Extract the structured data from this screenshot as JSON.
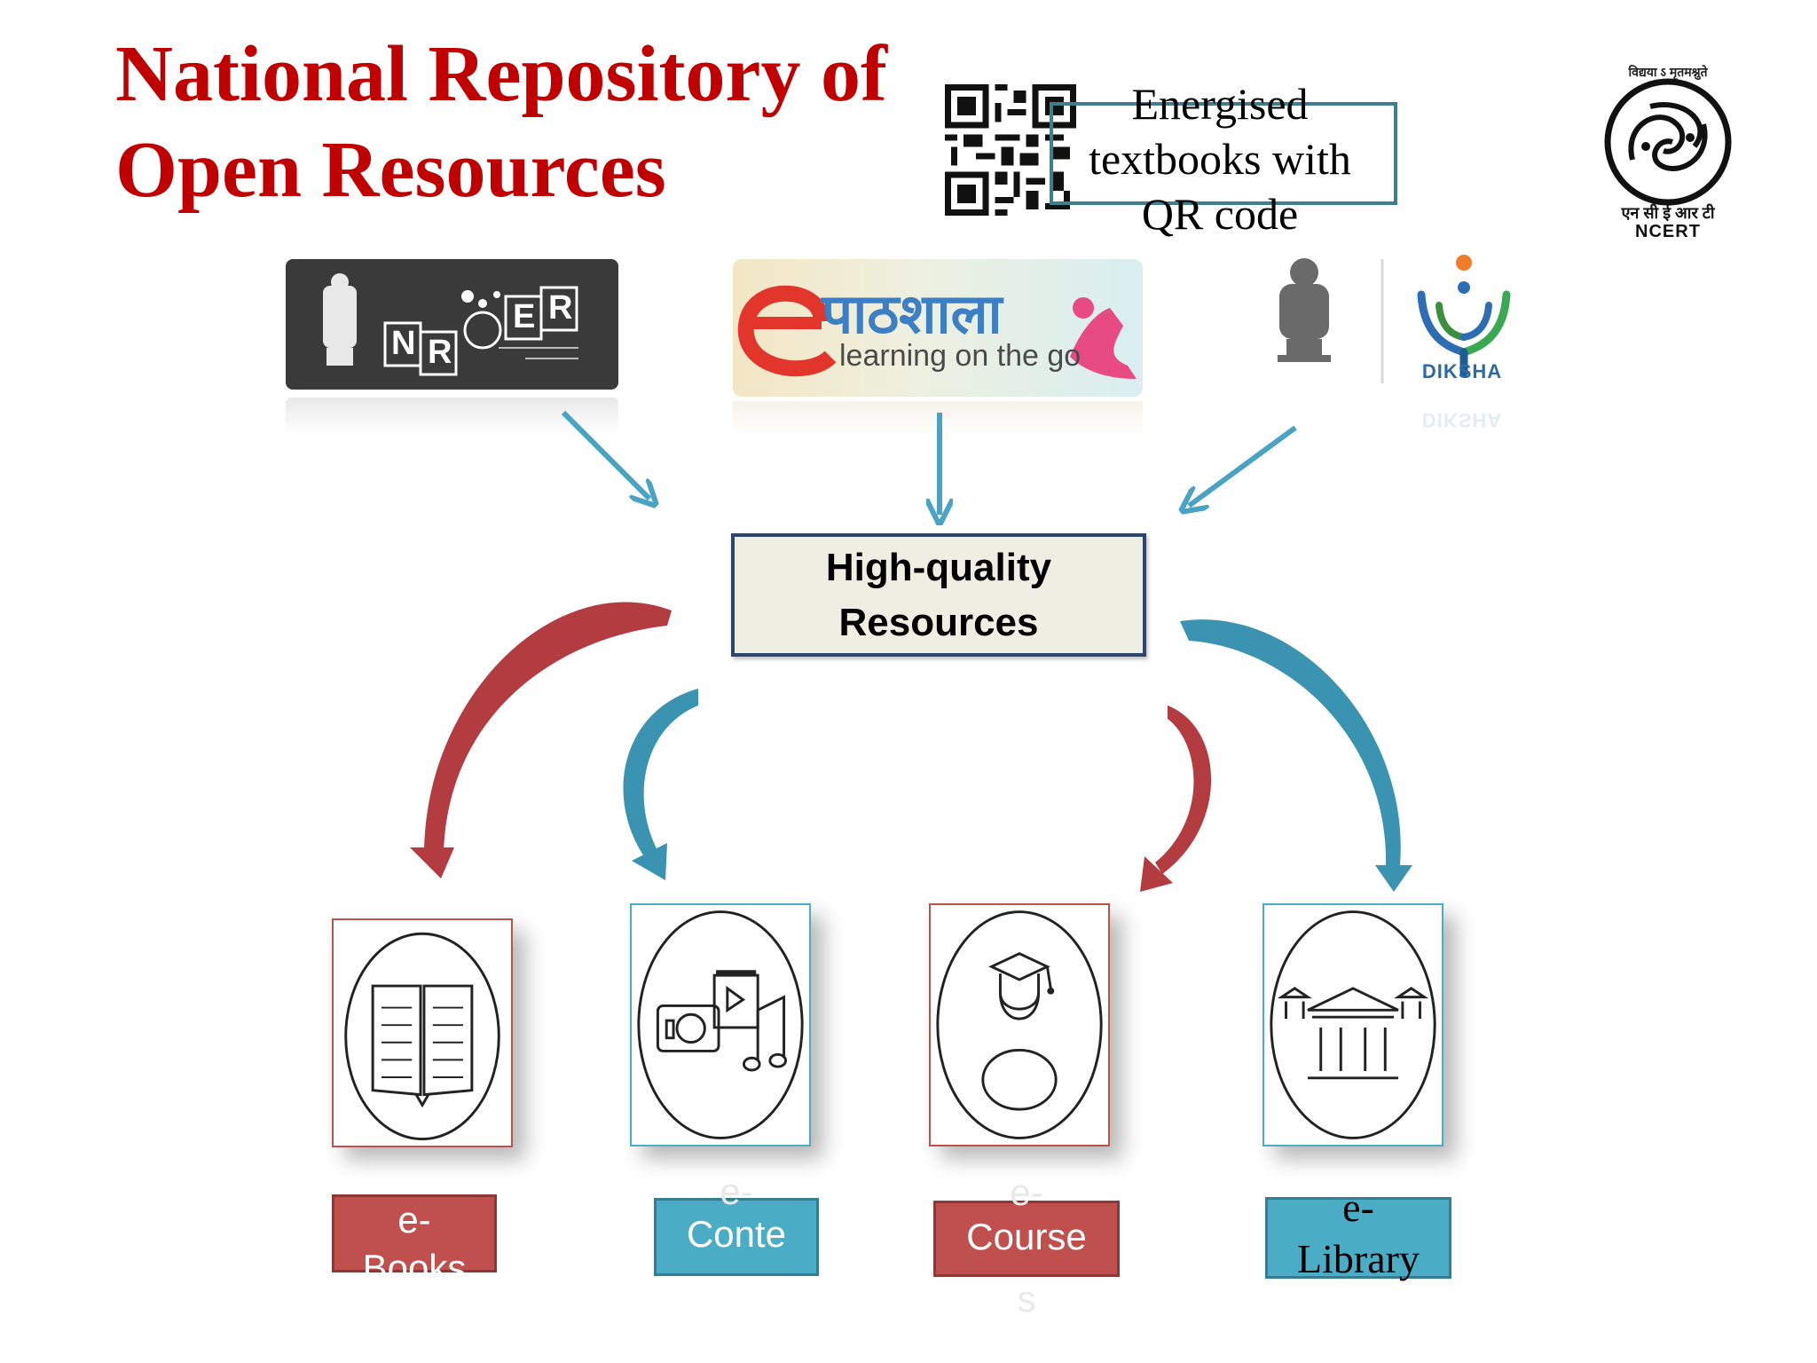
{
  "title": "National Repository of Open Resources",
  "qr_caption": "Energised textbooks with QR code",
  "ncert": {
    "motto": "विद्यया ऽ मृतमश्नुते",
    "name_hindi": "एन सी ई आर टी",
    "name": "NCERT"
  },
  "logos": {
    "nroer_letters": [
      "N",
      "R",
      "E",
      "R"
    ],
    "epathshala_title": "पाठशाला",
    "epathshala_tagline": "learning on the go",
    "diksha": "DIKSHA"
  },
  "center": {
    "line1": "High-quality",
    "line2": "Resources"
  },
  "items": [
    {
      "label_top": "e-",
      "label_main": "Books",
      "label_bottom": "",
      "icon": "open-book-icon",
      "color": "#c0504d"
    },
    {
      "label_top": "e-",
      "label_main": "Conte",
      "label_bottom": "",
      "icon": "camera-music-icon",
      "color": "#4bacc6"
    },
    {
      "label_top": "e-",
      "label_main": "Course",
      "label_bottom": "s",
      "icon": "graduate-icon",
      "color": "#c0504d"
    },
    {
      "label_top": "e-",
      "label_main": "Library",
      "label_bottom": "",
      "icon": "library-building-icon",
      "color": "#4bacc6"
    }
  ]
}
